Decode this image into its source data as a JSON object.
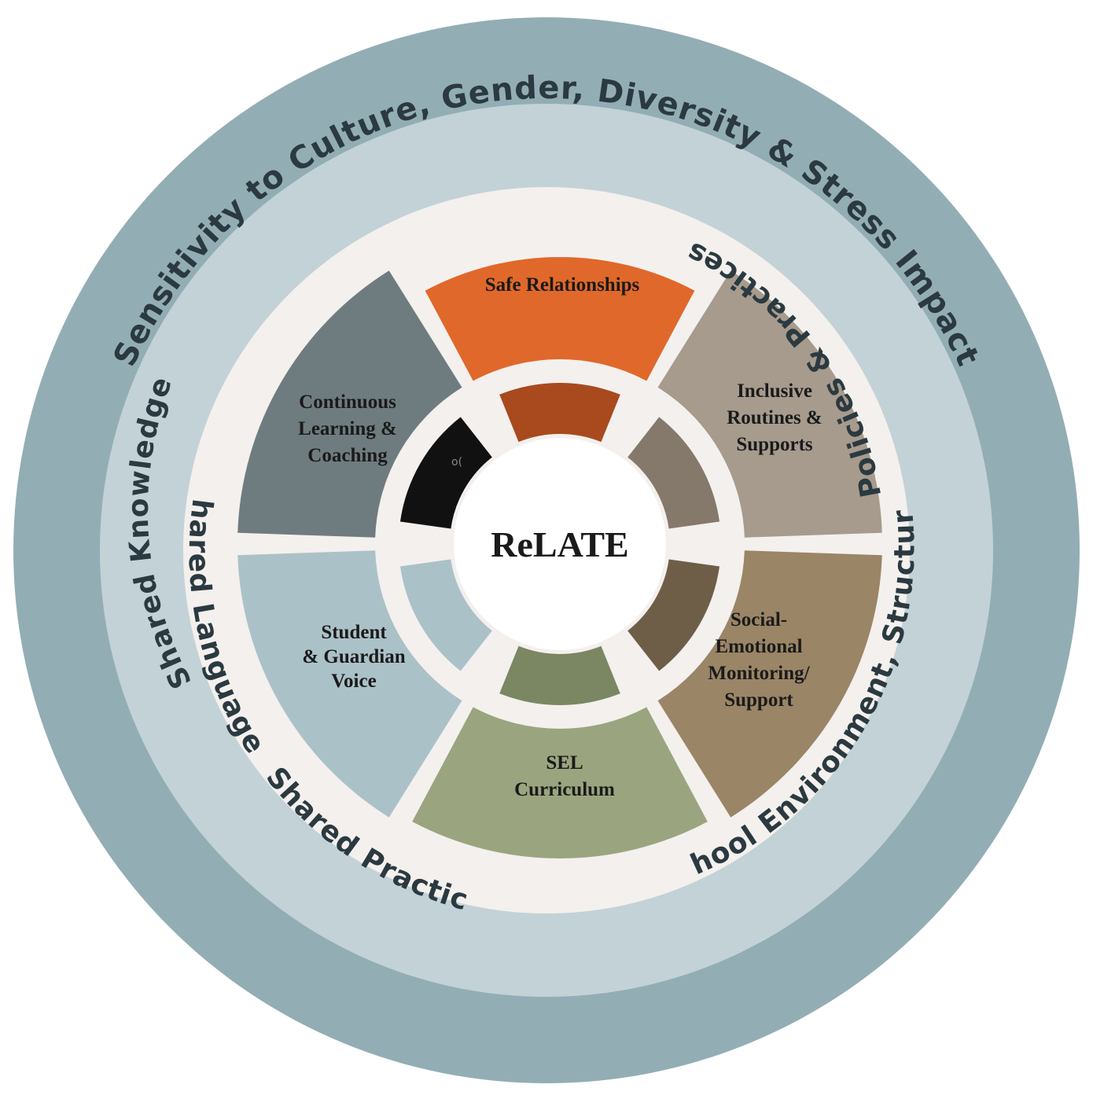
{
  "rings": {
    "outer": {
      "label": "Sensitivity to Culture, Gender, Diversity & Stress Impact",
      "color": "#93adb5"
    },
    "middle": {
      "color": "#c3d2d7",
      "labels": {
        "knowledge": "Shared Knowledge",
        "language": "Shared Language",
        "practice": "Shared Practice"
      }
    },
    "inner": {
      "color": "#f3f0ee",
      "labels": {
        "policies": "Policies & Practices",
        "environment": "School Environment, Structure,"
      }
    }
  },
  "center": {
    "label": "ReLATE"
  },
  "segments": [
    {
      "id": "safe",
      "lines": [
        "Safe Relationships"
      ],
      "color": "#e0682a",
      "inner_color": "#a84a1e"
    },
    {
      "id": "inclusive",
      "lines": [
        "Inclusive",
        "Routines &",
        "Supports"
      ],
      "color": "#a79b8e",
      "inner_color": "#85796c"
    },
    {
      "id": "social",
      "lines": [
        "Social-",
        "Emotional",
        "Monitoring/",
        "Support"
      ],
      "color": "#9a8566",
      "inner_color": "#6f5e47"
    },
    {
      "id": "sel",
      "lines": [
        "SEL",
        "Curriculum"
      ],
      "color": "#9aa57f",
      "inner_color": "#7a8762"
    },
    {
      "id": "student",
      "lines": [
        "Student",
        "& Guardian",
        "Voice"
      ],
      "color": "#abc1c8",
      "inner_color": "#abc1c8"
    },
    {
      "id": "continuous",
      "lines": [
        "Continuous",
        "Learning &",
        "Coaching"
      ],
      "color": "#6f7c7f",
      "inner_color": "#111111"
    }
  ],
  "stray_mark": "o("
}
